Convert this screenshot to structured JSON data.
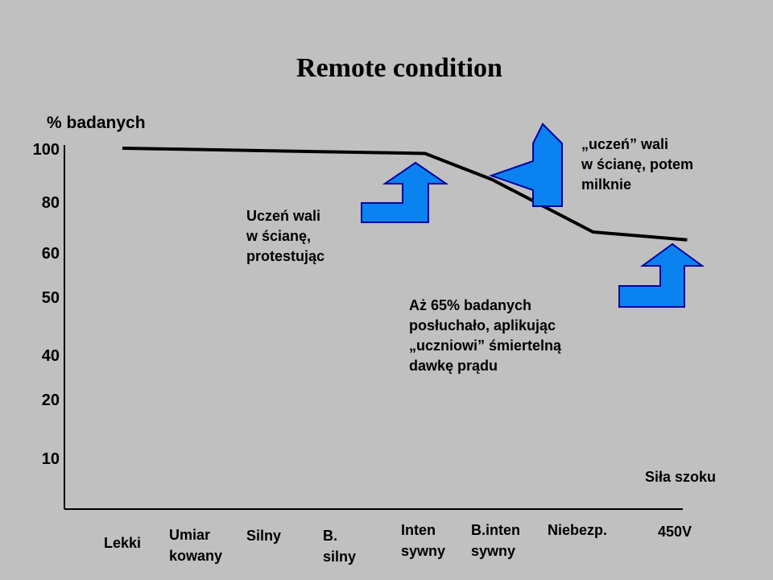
{
  "chart_data": {
    "type": "line",
    "title": "Remote condition",
    "ylabel": "% badanych",
    "xlabel": "Siła szoku",
    "y_ticks": [
      "100",
      "80",
      "60",
      "50",
      "40",
      "20",
      "10"
    ],
    "categories": [
      "Lekki",
      "Umiar\nkowany",
      "Silny",
      "B.\nsilny",
      "Inten\nsywny",
      "B.inten\nsywny",
      "Niebezp.",
      "450V"
    ],
    "series": [
      {
        "x": [
          0,
          4.5,
          5.5,
          7.0,
          8.4
        ],
        "y": [
          100,
          98,
          88,
          68,
          65
        ]
      }
    ],
    "grid": false,
    "line_color": "#000000"
  },
  "annotations": [
    {
      "text": "Uczeń wali\nw ścianę,\nprotestując"
    },
    {
      "text": "„uczeń” wali\nw ścianę, potem\nmilknie"
    },
    {
      "text": "Aż 65% badanych\nposłuchało, aplikując\n„uczniowi” śmiertelną\ndawkę prądu"
    }
  ],
  "arrow_color": "#0a82f0",
  "arrow_outline": "#0000a0"
}
